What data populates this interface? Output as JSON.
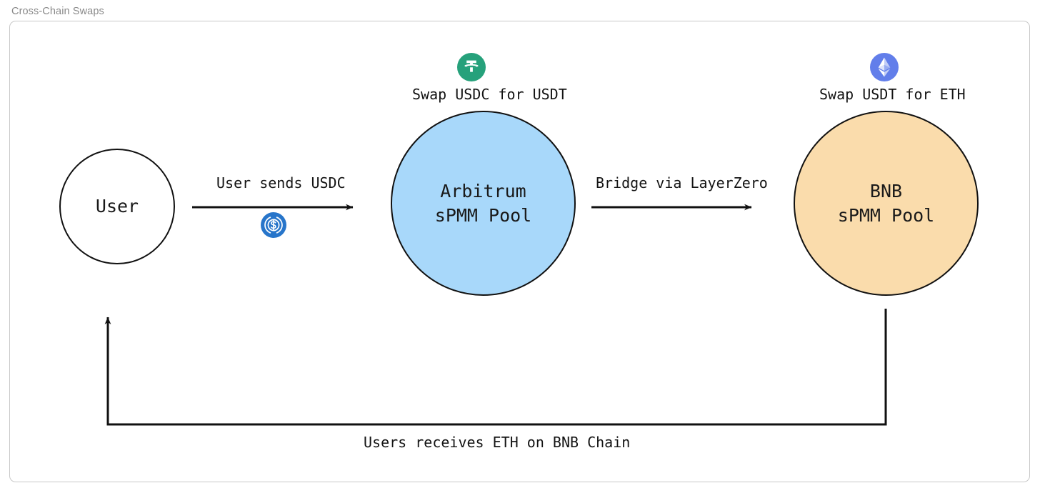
{
  "diagram": {
    "title": "Cross-Chain Swaps",
    "type": "flow",
    "title_color": "#8a8a8a",
    "frame_border_color": "#c8c8c8",
    "background": "#ffffff",
    "nodes": [
      {
        "id": "user",
        "shape": "circle",
        "lines": [
          "User"
        ],
        "fill": "#ffffff",
        "stroke": "#111111"
      },
      {
        "id": "arbitrum-pool",
        "shape": "circle",
        "lines": [
          "Arbitrum",
          "sPMM Pool"
        ],
        "fill": "#a8d8fa",
        "stroke": "#111111"
      },
      {
        "id": "bnb-pool",
        "shape": "circle",
        "lines": [
          "BNB",
          "sPMM Pool"
        ],
        "fill": "#fadcac",
        "stroke": "#111111"
      }
    ],
    "edges": [
      {
        "id": "user-to-arbitrum",
        "from": "user",
        "to": "arbitrum-pool",
        "label": "User sends USDC",
        "badge_icon": "usdc-icon",
        "direction": "right"
      },
      {
        "id": "arbitrum-to-bnb",
        "from": "arbitrum-pool",
        "to": "bnb-pool",
        "label": "Bridge via LayerZero",
        "direction": "right"
      },
      {
        "id": "bnb-to-user",
        "from": "bnb-pool",
        "to": "user",
        "label": "Users receives ETH on BNB Chain",
        "direction": "left-return"
      }
    ],
    "annotations": [
      {
        "id": "swap-usdc-for-usdt",
        "label": "Swap USDC for USDT",
        "icon": "usdt-icon",
        "icon_color": "#26a17b",
        "attached_to": "arbitrum-pool"
      },
      {
        "id": "swap-usdt-for-eth",
        "label": "Swap USDT for ETH",
        "icon": "eth-icon",
        "icon_color": "#627eea",
        "attached_to": "bnb-pool"
      }
    ],
    "icons": {
      "usdt": {
        "name": "usdt-icon",
        "color": "#26a17b"
      },
      "eth": {
        "name": "eth-icon",
        "color": "#627eea"
      },
      "usdc": {
        "name": "usdc-icon",
        "color": "#2775ca"
      }
    }
  }
}
